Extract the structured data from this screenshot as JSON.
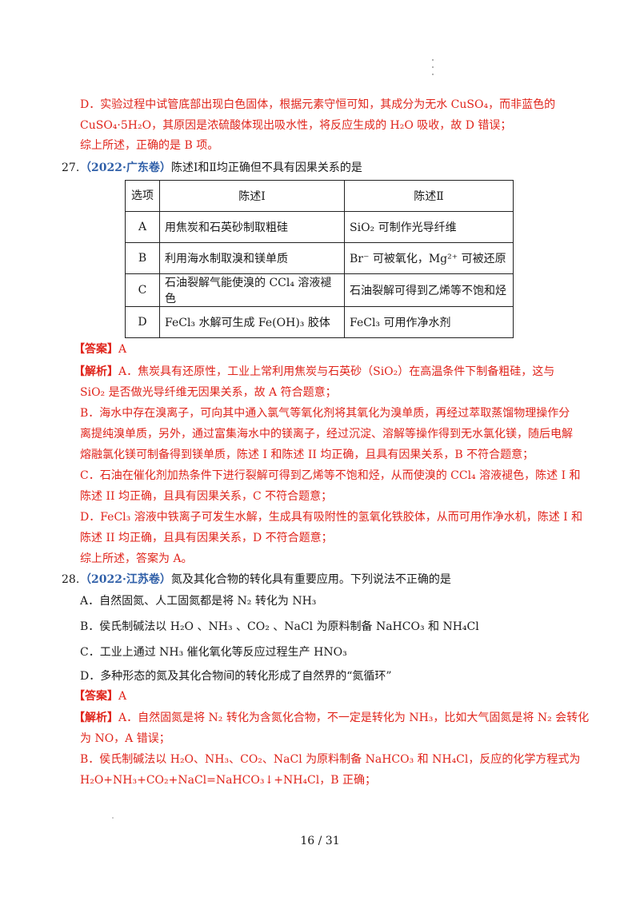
{
  "prev": {
    "d_line1": "D．实验过程中试管底部出现白色固体，根据元素守恒可知，其成分为无水 CuSO₄，而非蓝色的",
    "d_line2": "CuSO₄·5H₂O，其原因是浓硫酸体现出吸水性，将反应生成的 H₂O 吸收，故 D 错误；",
    "summary": "综上所述，正确的是 B 项。"
  },
  "q27": {
    "num": "27.",
    "source": "（2022·广东卷）",
    "stem": "陈述Ⅰ和Ⅱ均正确但不具有因果关系的是",
    "table": {
      "header_option": "选项",
      "header_1": "陈述Ⅰ",
      "header_2": "陈述Ⅱ",
      "rows": [
        {
          "opt": "A",
          "s1": "用焦炭和石英砂制取粗硅",
          "s2": "SiO₂ 可制作光导纤维"
        },
        {
          "opt": "B",
          "s1": "利用海水制取溴和镁单质",
          "s2": "Br⁻ 可被氧化，Mg²⁺ 可被还原"
        },
        {
          "opt": "C",
          "s1": "石油裂解气能使溴的 CCl₄ 溶液褪色",
          "s2": "石油裂解可得到乙烯等不饱和烃"
        },
        {
          "opt": "D",
          "s1": "FeCl₃ 水解可生成 Fe(OH)₃ 胶体",
          "s2": "FeCl₃ 可用作净水剂"
        }
      ]
    },
    "answer_label": "【答案】",
    "answer": "A",
    "analysis_label": "【解析】",
    "analysis": [
      "A．焦炭具有还原性，工业上常利用焦炭与石英砂（SiO₂）在高温条件下制备粗硅，这与",
      "SiO₂ 是否做光导纤维无因果关系，故 A 符合题意；",
      "B．海水中存在溴离子，可向其中通入氯气等氧化剂将其氧化为溴单质，再经过萃取蒸馏物理操作分",
      "离提纯溴单质，另外，通过富集海水中的镁离子，经过沉淀、溶解等操作得到无水氯化镁，随后电解",
      "熔融氯化镁可制备得到镁单质，陈述 I 和陈述 II 均正确，且具有因果关系，B 不符合题意；",
      "C．石油在催化剂加热条件下进行裂解可得到乙烯等不饱和烃，从而使溴的 CCl₄ 溶液褪色，陈述 I 和",
      "陈述 II 均正确，且具有因果关系，C 不符合题意；",
      "D．FeCl₃ 溶液中铁离子可发生水解，生成具有吸附性的氢氧化铁胶体，从而可用作净水机，陈述 I 和",
      "陈述 II 均正确，且具有因果关系，D 不符合题意；"
    ],
    "summary": "综上所述，答案为 A。"
  },
  "q28": {
    "num": "28.",
    "source": "（2022·江苏卷）",
    "stem": "氮及其化合物的转化具有重要应用。下列说法不正确的是",
    "options": [
      "A．自然固氮、人工固氮都是将 N₂ 转化为 NH₃",
      "B．侯氏制碱法以 H₂O 、NH₃ 、CO₂ 、NaCl 为原料制备 NaHCO₃ 和 NH₄Cl",
      "C．工业上通过 NH₃ 催化氧化等反应过程生产 HNO₃",
      "D．多种形态的氮及其化合物间的转化形成了自然界的“氮循环”"
    ],
    "answer_label": "【答案】",
    "answer": "A",
    "analysis_label": "【解析】",
    "analysis": [
      "A．自然固氮是将 N₂ 转化为含氮化合物，不一定是转化为 NH₃，比如大气固氮是将 N₂ 会转化",
      "为 NO，A 错误；",
      "B．侯氏制碱法以 H₂O、NH₃、CO₂、NaCl 为原料制备 NaHCO₃ 和 NH₄Cl，反应的化学方程式为",
      "H₂O+NH₃+CO₂+NaCl=NaHCO₃↓+NH₄Cl，B 正确；"
    ]
  },
  "footer": {
    "page": "16 / 31"
  }
}
